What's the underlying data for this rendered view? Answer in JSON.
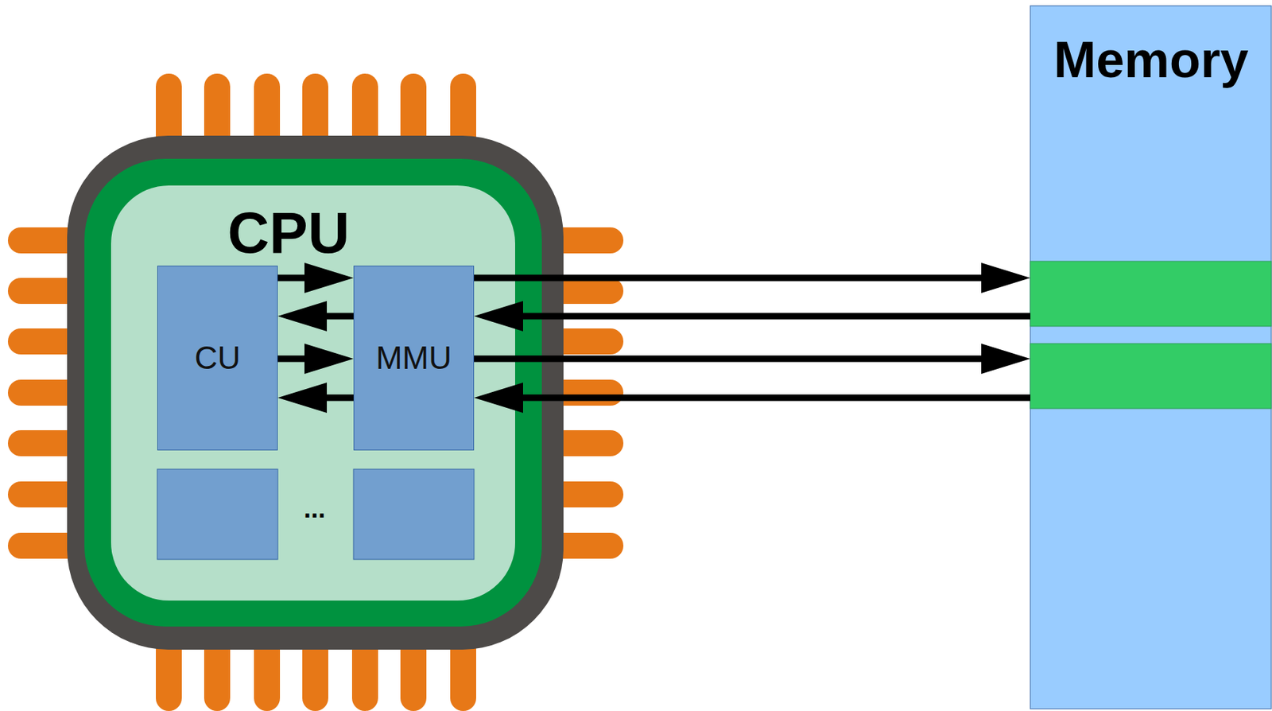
{
  "diagram": {
    "nodes": [
      {
        "text": [
          "CPU"
        ]
      },
      {
        "text": [
          "CU"
        ],
        "in": 0
      },
      {
        "text": [
          "MMU"
        ],
        "in": 0
      },
      {
        "text": [
          "Memory"
        ]
      }
    ],
    "edges": [
      {
        "from": 1,
        "to": 2,
        "arrow": "to"
      },
      {
        "from": 2,
        "to": 1,
        "arrow": "to"
      },
      {
        "from": 1,
        "to": 2,
        "arrow": "to"
      },
      {
        "from": 2,
        "to": 1,
        "arrow": "to"
      },
      {
        "from": 2,
        "to": 3,
        "arrow": "to"
      },
      {
        "from": 3,
        "to": 2,
        "arrow": "to"
      },
      {
        "from": 2,
        "to": 3,
        "arrow": "to"
      },
      {
        "from": 3,
        "to": 2,
        "arrow": "to"
      }
    ],
    "labels": [
      "..."
    ]
  }
}
